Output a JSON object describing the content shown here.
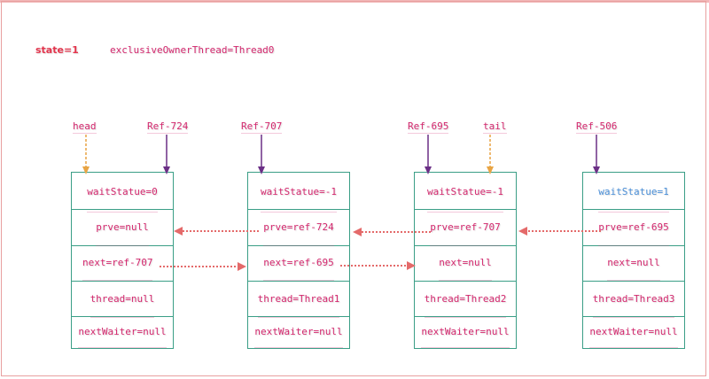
{
  "header": {
    "state": "state=1",
    "owner": "exclusiveOwnerThread=Thread0"
  },
  "pointers": [
    {
      "label": "head",
      "kind": "dashed-pointer"
    },
    {
      "label": "Ref-724",
      "kind": "ref-pointer"
    },
    {
      "label": "Ref-707",
      "kind": "ref-pointer"
    },
    {
      "label": "Ref-695",
      "kind": "ref-pointer"
    },
    {
      "label": "tail",
      "kind": "dashed-pointer"
    },
    {
      "label": "Ref-506",
      "kind": "ref-pointer"
    }
  ],
  "nodes": [
    {
      "waitStatus": "waitStatue=0",
      "prev": "prve=null",
      "next": "next=ref-707",
      "thread": "thread=null",
      "nextWaiter": "nextWaiter=null"
    },
    {
      "waitStatus": "waitStatue=-1",
      "prev": "prve=ref-724",
      "next": "next=ref-695",
      "thread": "thread=Thread1",
      "nextWaiter": "nextWaiter=null"
    },
    {
      "waitStatus": "waitStatue=-1",
      "prev": "prve=ref-707",
      "next": "next=null",
      "thread": "thread=Thread2",
      "nextWaiter": "nextWaiter=null"
    },
    {
      "waitStatus": "waitStatue=1",
      "prev": "prve=ref-695",
      "next": "next=null",
      "thread": "thread=Thread3",
      "nextWaiter": "nextWaiter=null"
    }
  ],
  "colors": {
    "text": "#d4286e",
    "state": "#e3354d",
    "border": "#3a9e86",
    "ref_arrow": "#6b2f86",
    "dashed_arrow": "#e8a444",
    "link_arrow": "#e46a6a",
    "highlight_status": "#4a8fd8"
  }
}
